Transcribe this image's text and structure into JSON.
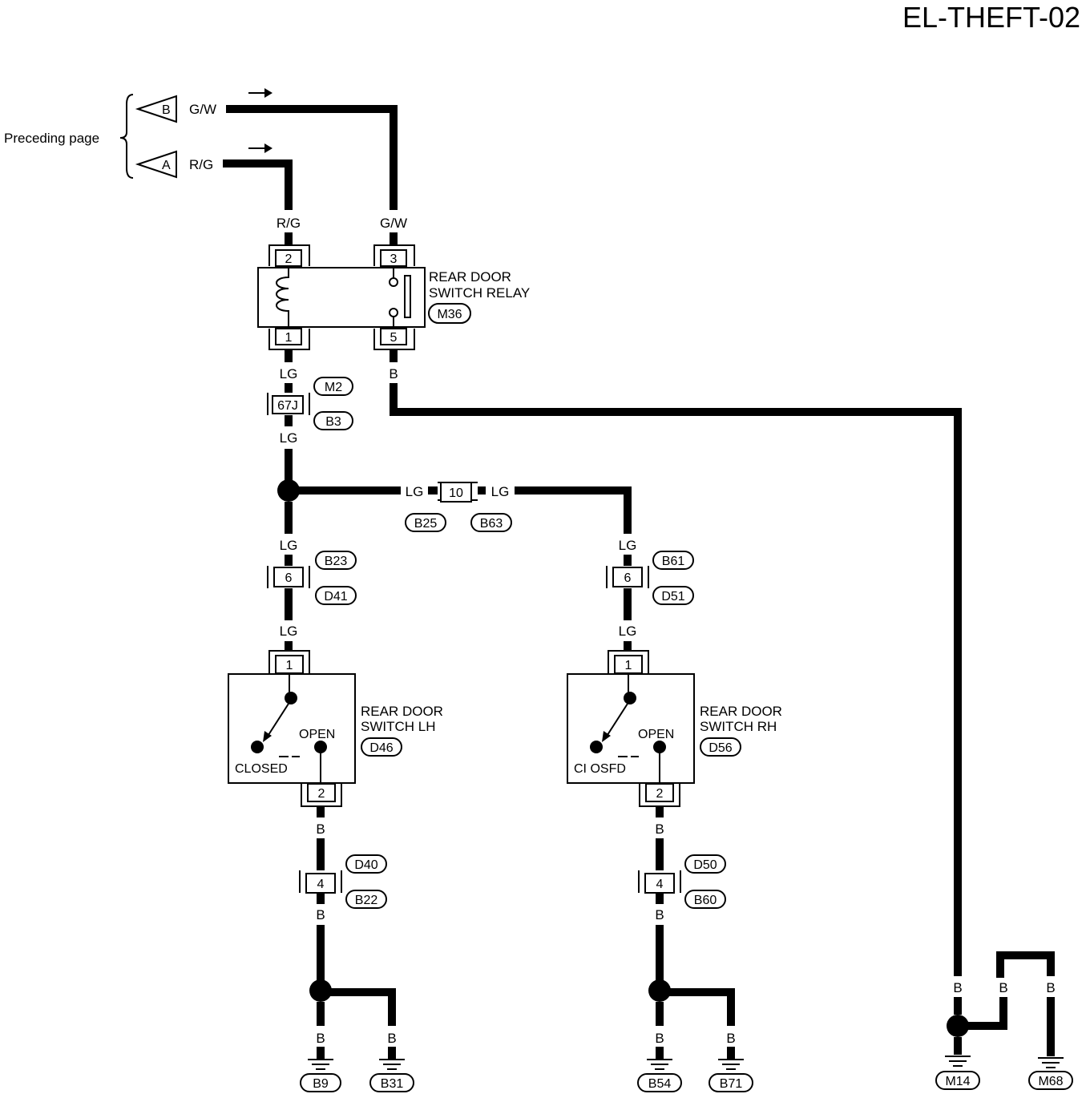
{
  "title": "EL-THEFT-02",
  "preceding_label": "Preceding page",
  "inputs": [
    {
      "terminal": "B",
      "wire": "G/W"
    },
    {
      "terminal": "A",
      "wire": "R/G"
    }
  ],
  "relay": {
    "name_line1": "REAR DOOR",
    "name_line2": "SWITCH RELAY",
    "connector": "M36",
    "pins": [
      "2",
      "3",
      "1",
      "5"
    ],
    "wire_in_left": "R/G",
    "wire_in_right": "G/W",
    "wire_out_left": "LG",
    "wire_out_right": "B"
  },
  "joint_connector": {
    "pin": "67J",
    "upper": "M2",
    "lower": "B3",
    "wire_top": "LG",
    "wire_bottom": "LG"
  },
  "cross_connector": {
    "pin": "10",
    "left": "B25",
    "right": "B63",
    "wire_left": "LG",
    "wire_right": "LG"
  },
  "left_branch": {
    "wire_upper": "LG",
    "conn": {
      "pin": "6",
      "upper": "B23",
      "lower": "D41"
    },
    "wire_to_switch": "LG",
    "switch": {
      "name_line1": "REAR DOOR",
      "name_line2": "SWITCH LH",
      "connector": "D46",
      "pin_top": "1",
      "pin_bottom": "2",
      "open_label": "OPEN",
      "closed_label": "CLOSED"
    },
    "wire_from_switch": "B",
    "conn2": {
      "pin": "4",
      "upper": "D40",
      "lower": "B22"
    },
    "wire_after": "B",
    "ground_wire_left": "B",
    "ground_wire_right": "B",
    "grounds": [
      "B9",
      "B31"
    ]
  },
  "right_branch": {
    "wire_upper": "LG",
    "conn": {
      "pin": "6",
      "upper": "B61",
      "lower": "D51"
    },
    "wire_to_switch": "LG",
    "switch": {
      "name_line1": "REAR DOOR",
      "name_line2": "SWITCH RH",
      "connector": "D56",
      "pin_top": "1",
      "pin_bottom": "2",
      "open_label": "OPEN",
      "closed_label": "CI OSFD"
    },
    "wire_from_switch": "B",
    "conn2": {
      "pin": "4",
      "upper": "D50",
      "lower": "B60"
    },
    "wire_after": "B",
    "ground_wire_left": "B",
    "ground_wire_right": "B",
    "grounds": [
      "B54",
      "B71"
    ]
  },
  "far_right": {
    "wire_a": "B",
    "wire_b": "B",
    "wire_c": "B",
    "grounds": [
      "M14",
      "M68"
    ]
  }
}
